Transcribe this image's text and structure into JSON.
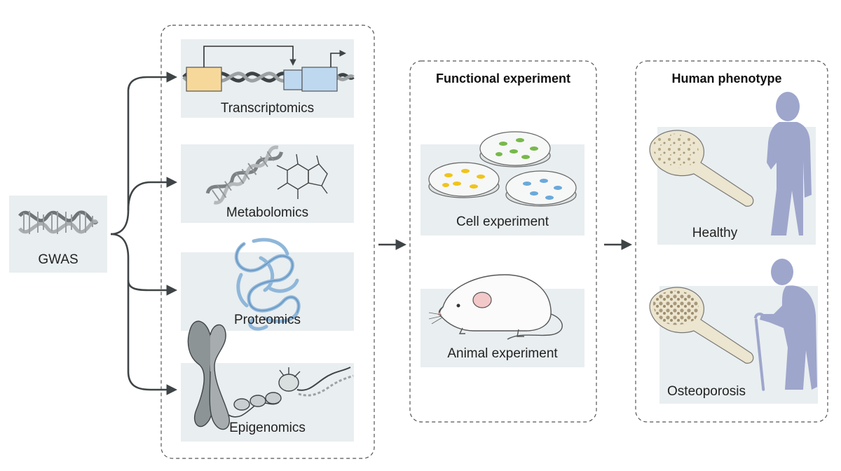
{
  "source": {
    "label": "GWAS"
  },
  "omics": {
    "transcriptomics": "Transcriptomics",
    "metabolomics": "Metabolomics",
    "proteomics": "Proteomics",
    "epigenomics": "Epigenomics"
  },
  "functional": {
    "title": "Functional experiment",
    "cell": "Cell experiment",
    "animal": "Animal experiment"
  },
  "phenotype": {
    "title": "Human phenotype",
    "healthy": "Healthy",
    "osteoporosis": "Osteoporosis"
  },
  "colors": {
    "panel": "#e9eef0",
    "arrow": "#3f4446",
    "silhouette": "#9ea6cc",
    "bone": "#d8cfb4",
    "protein": "#8fb7da",
    "dish_yellow": "#f0c419",
    "dish_green": "#77b94a",
    "dish_blue": "#6aa9da"
  },
  "icons": [
    "dna-helix-icon",
    "gene-promoter-icon",
    "molecule-icon",
    "protein-icon",
    "chromosome-icon",
    "petri-dish-icon",
    "mouse-icon",
    "bone-icon",
    "person-silhouette-icon"
  ]
}
